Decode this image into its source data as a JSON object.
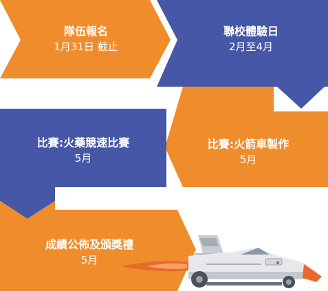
{
  "colors": {
    "orange": "#EF8C2C",
    "blue": "#4557A6",
    "text": "#ffffff"
  },
  "steps": [
    {
      "title": "隊伍報名",
      "date": "1月31日 截止",
      "color": "orange"
    },
    {
      "title": "聯校體驗日",
      "date": "2月至4月",
      "color": "blue"
    },
    {
      "title": "比賽:火箭車製作",
      "date": "5月",
      "color": "orange"
    },
    {
      "title": "比賽:火藥競速比賽",
      "date": "5月",
      "color": "blue"
    },
    {
      "title": "成績公佈及頒獎禮",
      "date": "5月",
      "color": "orange"
    }
  ],
  "car": {
    "icon": "rocket-car-icon"
  }
}
